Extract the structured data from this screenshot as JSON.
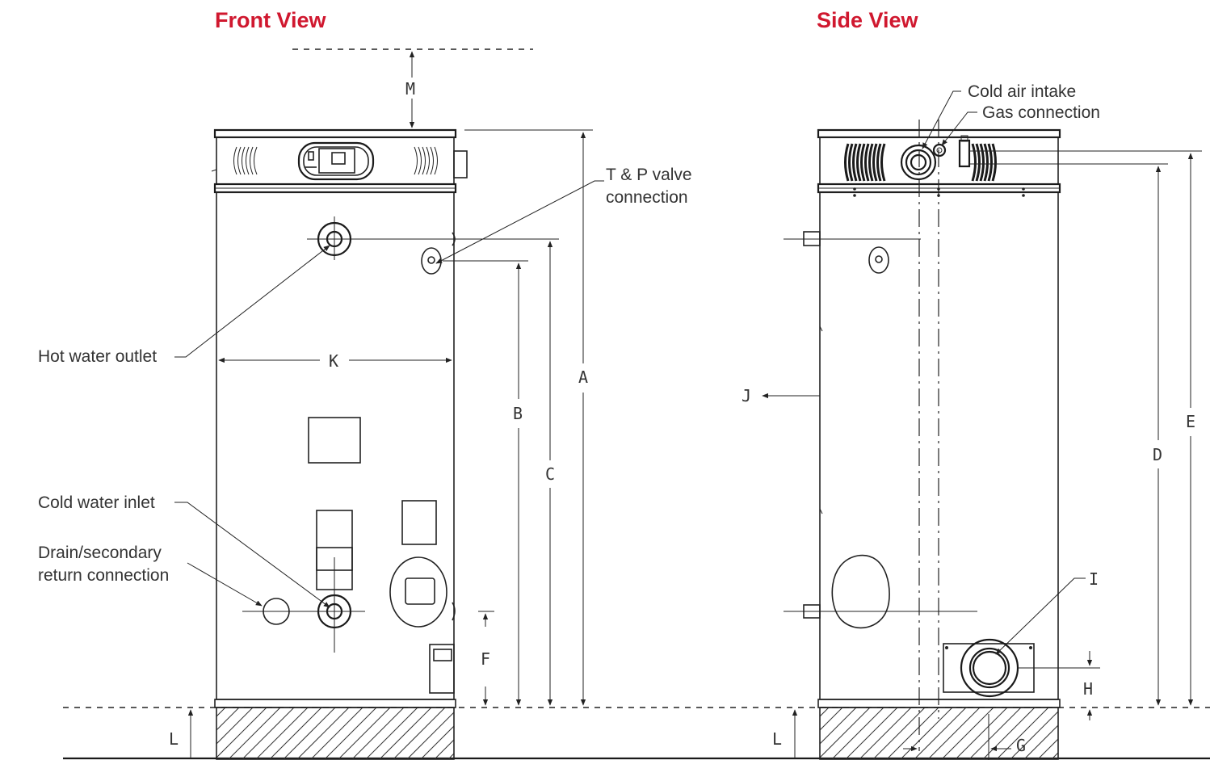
{
  "views": {
    "front_title": "Front View",
    "side_title": "Side View"
  },
  "callouts": {
    "tp_valve_line1": "T & P valve",
    "tp_valve_line2": "connection",
    "hot_water_outlet": "Hot water outlet",
    "cold_water_inlet": "Cold water inlet",
    "drain_line1": "Drain/secondary",
    "drain_line2": "return connection",
    "cold_air_intake": "Cold air intake",
    "gas_connection": "Gas connection"
  },
  "dimensions": {
    "A": "A",
    "B": "B",
    "C": "C",
    "D": "D",
    "E": "E",
    "F": "F",
    "G": "G",
    "H": "H",
    "I": "I",
    "J": "J",
    "K": "K",
    "L_front": "L",
    "L_side": "L",
    "M": "M"
  },
  "colors": {
    "title": "#d0182f",
    "line": "#222222",
    "text": "#333333"
  }
}
